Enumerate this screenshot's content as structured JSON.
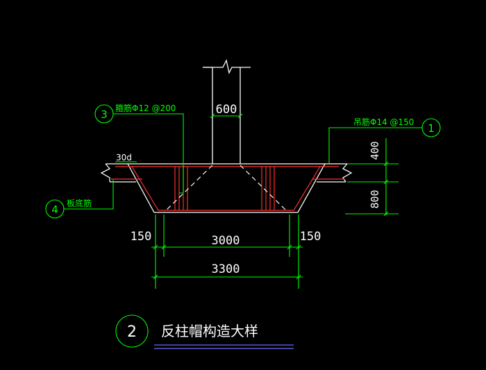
{
  "colors": {
    "background": "#000000",
    "white": "#ffffff",
    "green": "#00ff00",
    "red": "#ff3030",
    "blue": "#6b6bff"
  },
  "labels": {
    "column_width": "600",
    "callout_3_text": "箍筋Φ12 @200",
    "callout_1_text": "吊筋Φ14 @150",
    "callout_4_text": "板底筋",
    "anchor_30d": "30d",
    "dim_400": "400",
    "dim_800": "800",
    "dim_150_left": "150",
    "dim_150_right": "150",
    "dim_3000": "3000",
    "dim_3300": "3300"
  },
  "markers": {
    "marker_3": "3",
    "marker_1": "1",
    "marker_4": "4",
    "marker_2": "2"
  },
  "title": {
    "text": "反柱帽构造大样"
  }
}
